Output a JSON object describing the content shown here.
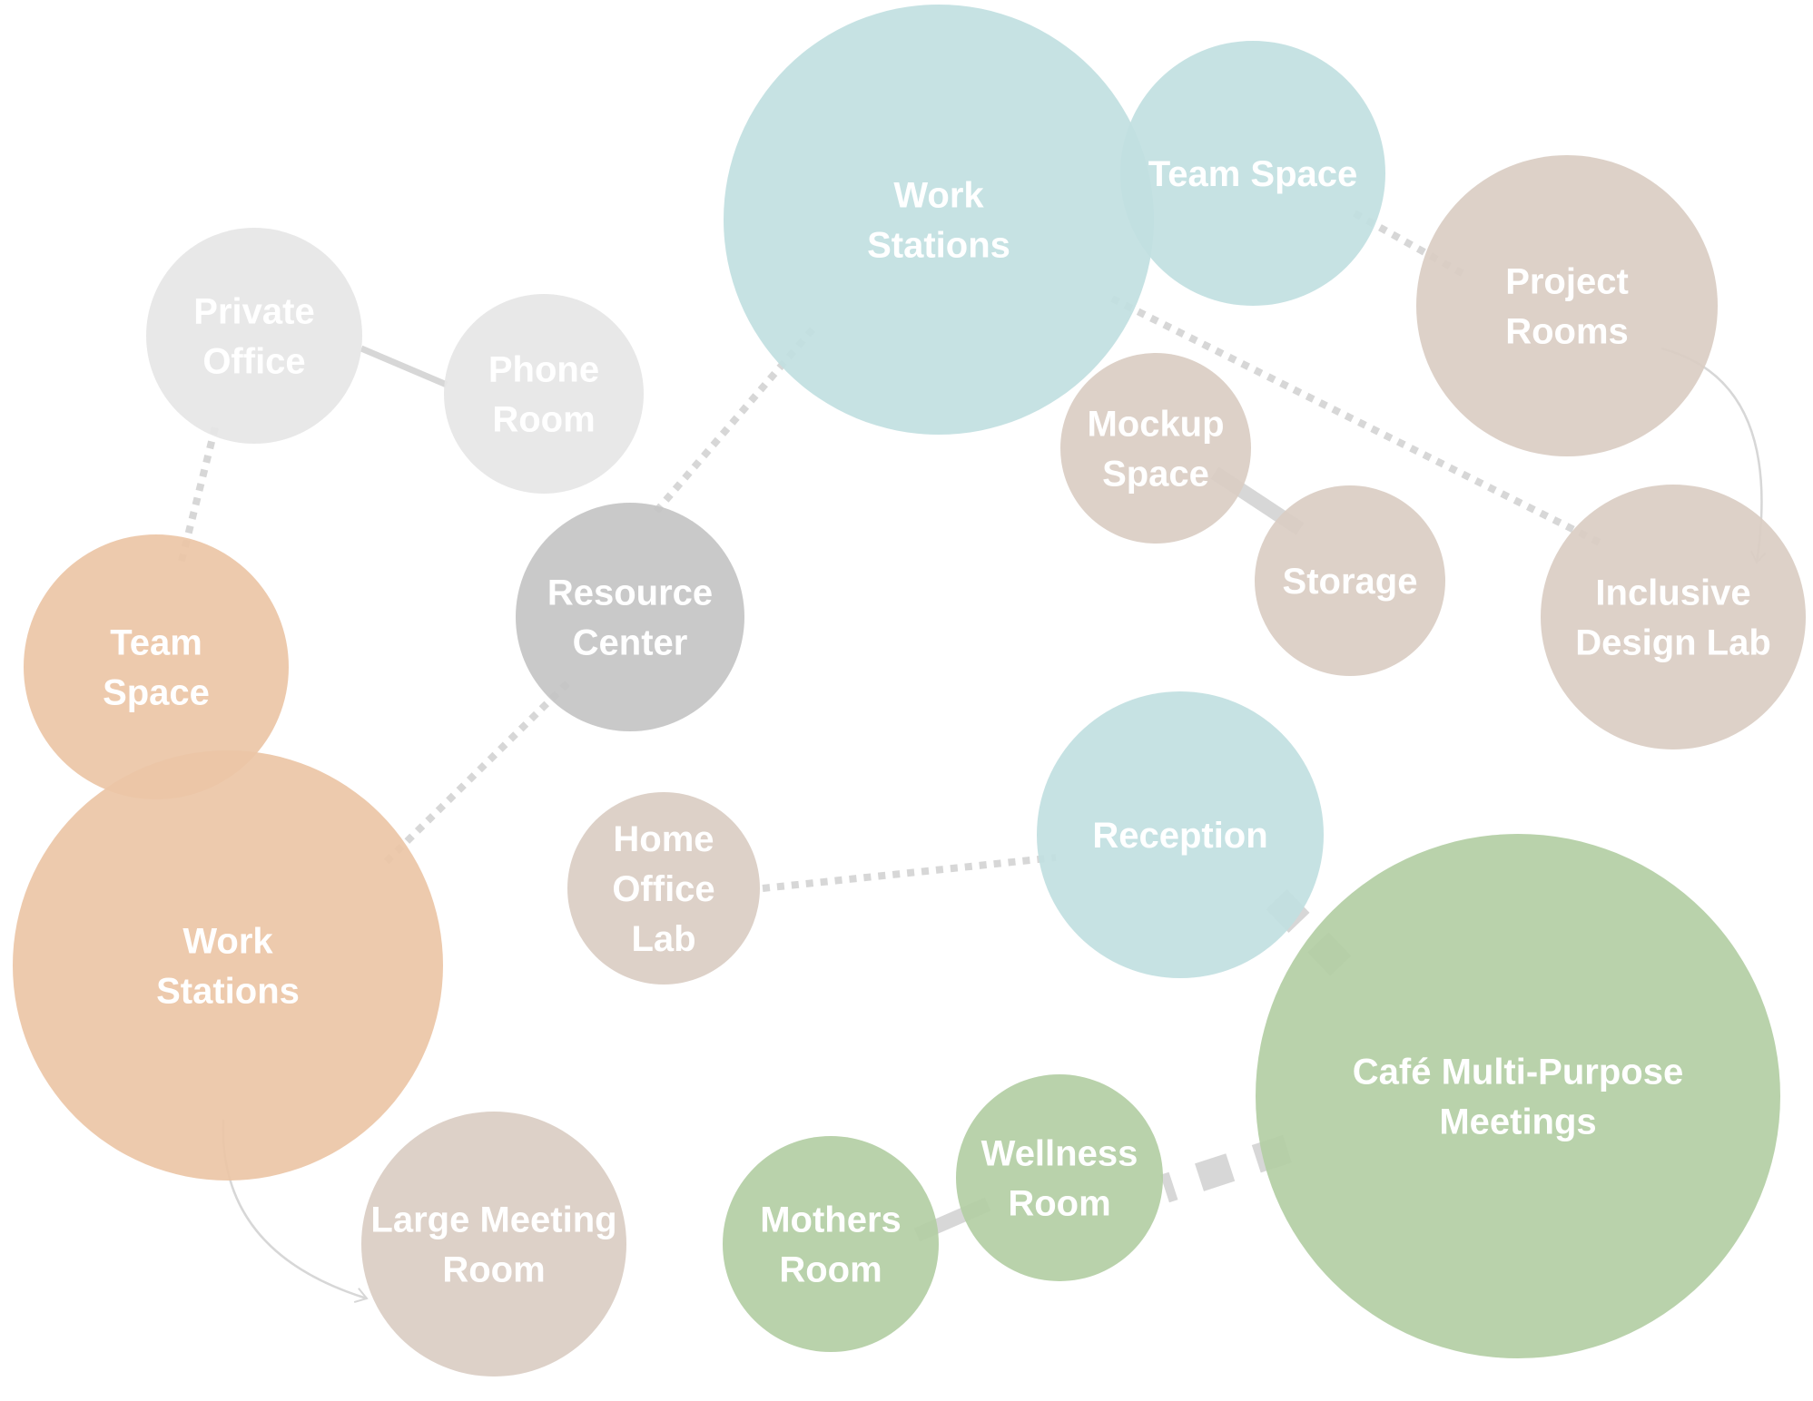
{
  "title": "",
  "colors": {
    "blue": "#c1dfe1",
    "tan": "#dacdc3",
    "orange": "#ecc6a6",
    "lightgray": "#e6e6e6",
    "gray": "#c4c4c4",
    "green": "#b3cea4",
    "connector": "#d7d7d7",
    "text": "#ffffff"
  },
  "nodes": [
    {
      "id": "work-stations-top",
      "lines": [
        "Work",
        "Stations"
      ],
      "group": "blue"
    },
    {
      "id": "team-space-top",
      "lines": [
        "Team Space"
      ],
      "group": "blue"
    },
    {
      "id": "project-rooms",
      "lines": [
        "Project",
        "Rooms"
      ],
      "group": "tan"
    },
    {
      "id": "mockup-space",
      "lines": [
        "Mockup",
        "Space"
      ],
      "group": "tan"
    },
    {
      "id": "storage",
      "lines": [
        "Storage"
      ],
      "group": "tan"
    },
    {
      "id": "inclusive-design-lab",
      "lines": [
        "Inclusive",
        "Design Lab"
      ],
      "group": "tan"
    },
    {
      "id": "private-office",
      "lines": [
        "Private",
        "Office"
      ],
      "group": "lightgray"
    },
    {
      "id": "phone-room",
      "lines": [
        "Phone",
        "Room"
      ],
      "group": "lightgray"
    },
    {
      "id": "resource-center",
      "lines": [
        "Resource",
        "Center"
      ],
      "group": "gray"
    },
    {
      "id": "team-space-left",
      "lines": [
        "Team",
        "Space"
      ],
      "group": "orange"
    },
    {
      "id": "work-stations-left",
      "lines": [
        "Work",
        "Stations"
      ],
      "group": "orange"
    },
    {
      "id": "large-meeting-room",
      "lines": [
        "Large Meeting",
        "Room"
      ],
      "group": "tan"
    },
    {
      "id": "home-office-lab",
      "lines": [
        "Home",
        "Office",
        "Lab"
      ],
      "group": "tan"
    },
    {
      "id": "reception",
      "lines": [
        "Reception"
      ],
      "group": "blue"
    },
    {
      "id": "cafe-multi-purpose",
      "lines": [
        "Café Multi-Purpose",
        "Meetings"
      ],
      "group": "green"
    },
    {
      "id": "wellness-room",
      "lines": [
        "Wellness",
        "Room"
      ],
      "group": "green"
    },
    {
      "id": "mothers-room",
      "lines": [
        "Mothers",
        "Room"
      ],
      "group": "green"
    }
  ],
  "links": [
    {
      "from": "work-stations-top",
      "to": "project-rooms",
      "style": "dotted"
    },
    {
      "from": "work-stations-top",
      "to": "inclusive-design-lab",
      "style": "dotted"
    },
    {
      "from": "mockup-space",
      "to": "storage",
      "style": "solid"
    },
    {
      "from": "project-rooms",
      "to": "inclusive-design-lab",
      "style": "arrow"
    },
    {
      "from": "private-office",
      "to": "phone-room",
      "style": "solid"
    },
    {
      "from": "private-office",
      "to": "team-space-left",
      "style": "dotted"
    },
    {
      "from": "work-stations-top",
      "to": "resource-center",
      "style": "dotted"
    },
    {
      "from": "resource-center",
      "to": "work-stations-left",
      "style": "dotted"
    },
    {
      "from": "work-stations-left",
      "to": "large-meeting-room",
      "style": "arrow"
    },
    {
      "from": "home-office-lab",
      "to": "reception",
      "style": "dotted"
    },
    {
      "from": "reception",
      "to": "cafe-multi-purpose",
      "style": "dashed"
    },
    {
      "from": "cafe-multi-purpose",
      "to": "wellness-room",
      "style": "dashed"
    },
    {
      "from": "wellness-room",
      "to": "mothers-room",
      "style": "solid"
    }
  ]
}
